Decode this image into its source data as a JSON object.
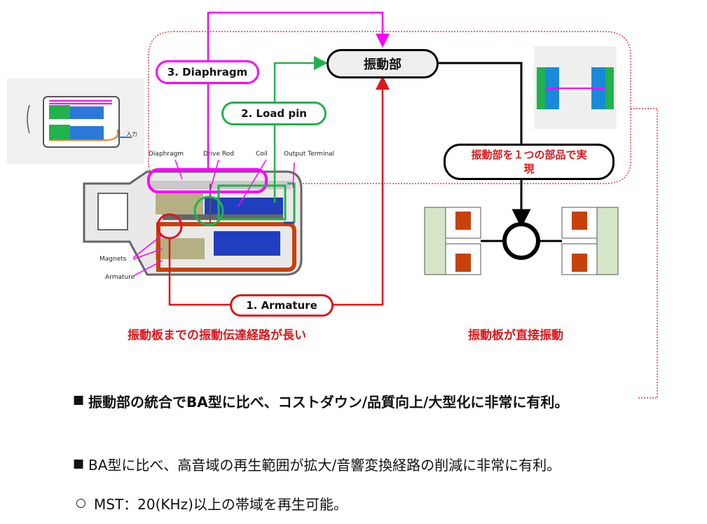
{
  "nodes": {
    "vibration_unit": "振動部",
    "diaphragm": "3. Diaphragm",
    "load_pin": "2. Load pin",
    "armature": "1. Armature",
    "single_part": "振動部を１つの部品で実現"
  },
  "part_labels": {
    "diaphragm": "Diaphragm",
    "drive_rod": "Drive Rod",
    "coil": "Coil",
    "output_terminal": "Output Terminal",
    "magnets": "Magnets",
    "armature": "Armature",
    "input": "入力"
  },
  "captions": {
    "left": "振動板までの振動伝達経路が長い",
    "right": "振動板が直接振動"
  },
  "bullets": [
    {
      "marker": "■",
      "text": "振動部の統合でBA型に比べ、コストダウン/品質向上/大型化に非常に有利。"
    },
    {
      "marker": "■",
      "text": "BA型に比べ、高音域の再生範囲が拡大/音響変換経路の削減に非常に有利。"
    },
    {
      "marker": "○",
      "text": "MST：20(KHz)以上の帯域を再生可能。"
    }
  ],
  "colors": {
    "diaphragm_path": "#ff00ff",
    "load_pin_path": "#22b24c",
    "armature_path": "#e0151b",
    "main_path": "#000000",
    "dotted_frame": "#e0151b",
    "coil_blue": "#1f3fbf",
    "magnet_olive": "#b5b083",
    "pole_red": "#c8410b",
    "frame_green": "#d6e4c8"
  }
}
